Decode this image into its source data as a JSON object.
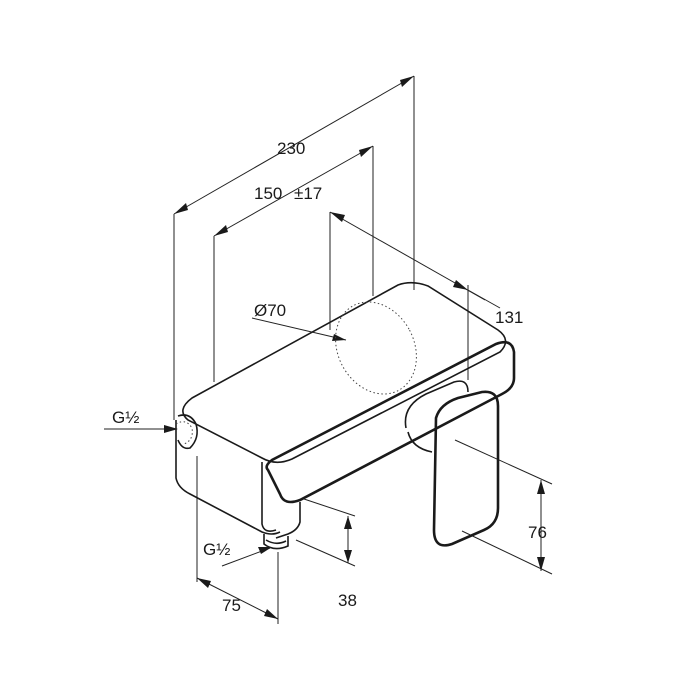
{
  "diagram": {
    "dimensions": {
      "overall_width": "230",
      "mount_distance": "150",
      "mount_tolerance": "±17",
      "rosette_diameter": "Ø70",
      "depth": "131",
      "lever_height": "76",
      "outlet_offset": "38",
      "outlet_depth": "75"
    },
    "threads": {
      "inlet": "G½",
      "outlet": "G½"
    }
  }
}
